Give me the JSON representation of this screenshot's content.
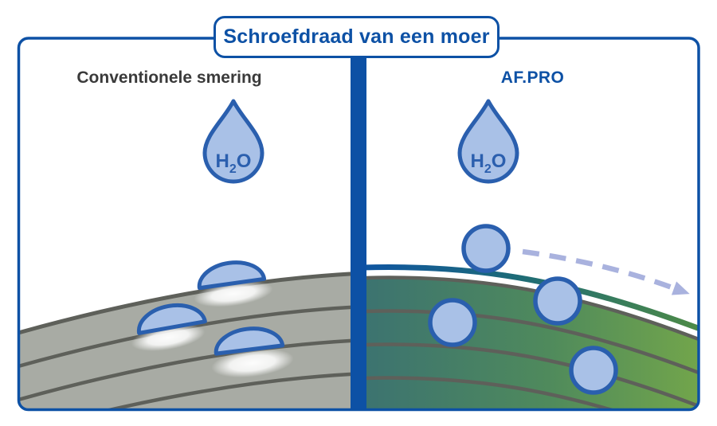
{
  "title": "Schroefdraad van een moer",
  "panels": {
    "left": {
      "label": "Conventionele smering",
      "drop_formula": {
        "element1": "H",
        "subscript": "2",
        "element2": "O"
      }
    },
    "right": {
      "label": "AF.PRO",
      "drop_formula": {
        "element1": "H",
        "subscript": "2",
        "element2": "O"
      }
    }
  },
  "colors": {
    "frame_blue": "#0d51a5",
    "title_text": "#0d51a5",
    "left_label_text": "#3a3a3a",
    "right_label_text": "#0d51a5",
    "drop_fill": "#a9c1e7",
    "drop_stroke": "#2a5fae",
    "formula_text": "#2b5fae",
    "surface_gray": "#a8aba4",
    "thread_line": "#5e605a",
    "surface_green_dark": "#3c7370",
    "surface_green_light": "#72a54b",
    "coating_blue": "#0f55a2",
    "coating_teal": "#1d6b77",
    "coating_green": "#4f8c45",
    "arrow_dashed": "#a9b2de",
    "wet_spot": "#ffffff"
  }
}
